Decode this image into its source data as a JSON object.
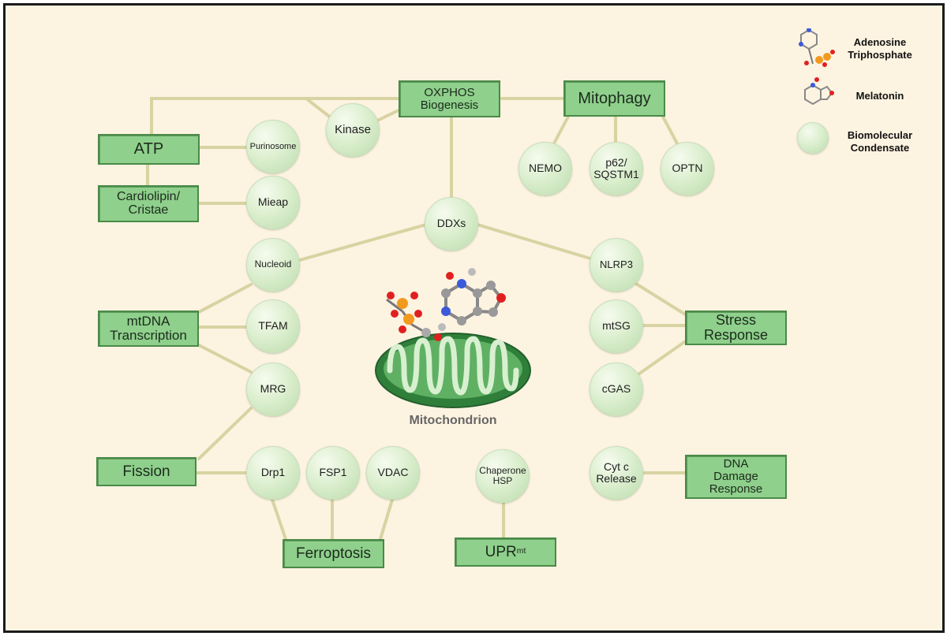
{
  "boxes": {
    "oxphos": "OXPHOS\nBiogenesis",
    "mitophagy": "Mitophagy",
    "atp": "ATP",
    "cardiolipin": "Cardiolipin/\nCristae",
    "mtdna": "mtDNA\nTranscription",
    "fission": "Fission",
    "ferroptosis": "Ferroptosis",
    "upr": "UPR",
    "upr_sup": "mt",
    "stress": "Stress\nResponse",
    "dna_damage": "DNA\nDamage\nResponse"
  },
  "bubbles": {
    "kinase": "Kinase",
    "purinosome": "Purinosome",
    "mieap": "Mieap",
    "nemo": "NEMO",
    "p62": "p62/\nSQSTM1",
    "optn": "OPTN",
    "ddxs": "DDXs",
    "nucleoid": "Nucleoid",
    "nlrp3": "NLRP3",
    "tfam": "TFAM",
    "mtsg": "mtSG",
    "mrg": "MRG",
    "cgas": "cGAS",
    "drp1": "Drp1",
    "fsp1": "FSP1",
    "vdac": "VDAC",
    "chaperone": "Chaperone\nHSP",
    "cytc": "Cyt c\nRelease"
  },
  "center_label": "Mitochondrion",
  "legend": {
    "atp": "Adenosine\nTriphosphate",
    "melatonin": "Melatonin",
    "condensate": "Biomolecular\nCondensate"
  },
  "colors": {
    "background": "#fdf3e1",
    "box_fill": "#8fd08c",
    "box_border": "#4a8a48",
    "connector": "#d8d3a2",
    "mito_fill": "#3e8f46"
  }
}
